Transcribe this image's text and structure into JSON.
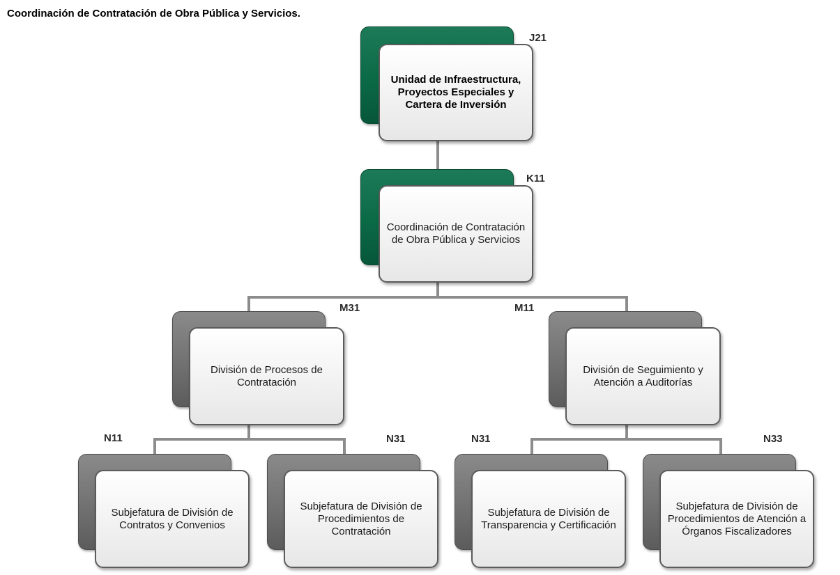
{
  "title": "Coordinación de Contratación de Obra Pública y Servicios.",
  "nodes": {
    "j21": {
      "code": "J21",
      "label": "Unidad de Infraestructura, Proyectos Especiales y Cartera de Inversión"
    },
    "k11": {
      "code": "K11",
      "label": "Coordinación de Contratación de Obra Pública y Servicios"
    },
    "m31": {
      "code": "M31",
      "label": "División de Procesos de Contratación"
    },
    "m11": {
      "code": "M11",
      "label": "División de Seguimiento y Atención a Auditorías"
    },
    "n11": {
      "code": "N11",
      "label": "Subjefatura de División de Contratos y Convenios"
    },
    "n31a": {
      "code": "N31",
      "label": "Subjefatura de División de Procedimientos de Contratación"
    },
    "n31b": {
      "code": "N31",
      "label": "Subjefatura de División de Transparencia y Certificación"
    },
    "n33": {
      "code": "N33",
      "label": "Subjefatura de División de Procedimientos de Atención a Órganos Fiscalizadores"
    }
  },
  "colors": {
    "accent_green": "#0b6a46",
    "accent_gray": "#6f6f6f",
    "connector": "#8c8c8c"
  }
}
